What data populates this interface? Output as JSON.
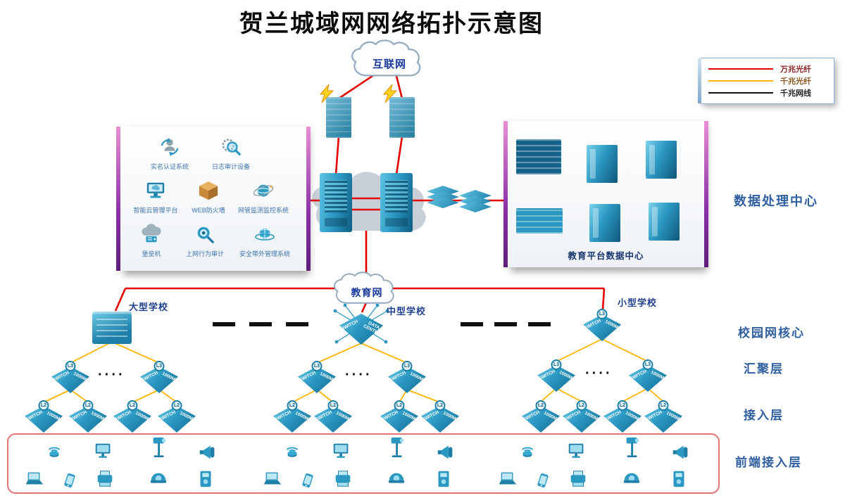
{
  "title": "贺兰城域网网络拓扑示意图",
  "legend": {
    "items": [
      {
        "label": "万兆光纤",
        "color": "#e60000"
      },
      {
        "label": "千兆光纤",
        "color": "#ffb400"
      },
      {
        "label": "千兆网线",
        "color": "#111111"
      }
    ]
  },
  "clouds": {
    "internet": "互联网",
    "education": "教育网"
  },
  "security_panel": {
    "items": [
      {
        "label": "实名认证系统",
        "icon": "auth-icon"
      },
      {
        "label": "日志审计设备",
        "icon": "log-audit-icon"
      },
      {
        "label": "智能云管理平台",
        "icon": "cloud-mgmt-icon"
      },
      {
        "label": "WEB防火墙",
        "icon": "web-firewall-icon"
      },
      {
        "label": "网管监测监控系统",
        "icon": "net-monitor-icon"
      },
      {
        "label": "堡垒机",
        "icon": "bastion-icon"
      },
      {
        "label": "上网行为审计",
        "icon": "behavior-audit-icon"
      },
      {
        "label": "安全带外管理系统",
        "icon": "oob-mgmt-icon"
      }
    ]
  },
  "datacenter_panel": {
    "caption": "教育平台数据中心"
  },
  "layer_labels": {
    "datacenter": "数据处理中心",
    "campus_core": "校园网核心",
    "aggregation": "汇聚层",
    "access": "接入层",
    "frontend": "前端接入层"
  },
  "schools": [
    {
      "label": "大型学校"
    },
    {
      "label": "中型学校"
    },
    {
      "label": "小型学校"
    }
  ],
  "switch": {
    "l3_badge": "L3",
    "l2_badge": "L2",
    "face_left": "SWITCH",
    "face_right": "1000M",
    "dc_face_left": "SWITCH",
    "dc_face_right": "DATA CENTER"
  },
  "dots": "····",
  "frontend_icons": [
    "wifi-ap-icon",
    "laptop-icon",
    "phone-icon",
    "monitor-icon",
    "printer-icon",
    "camera-icon",
    "dome-camera-icon",
    "speaker-icon",
    "card-reader-icon"
  ]
}
